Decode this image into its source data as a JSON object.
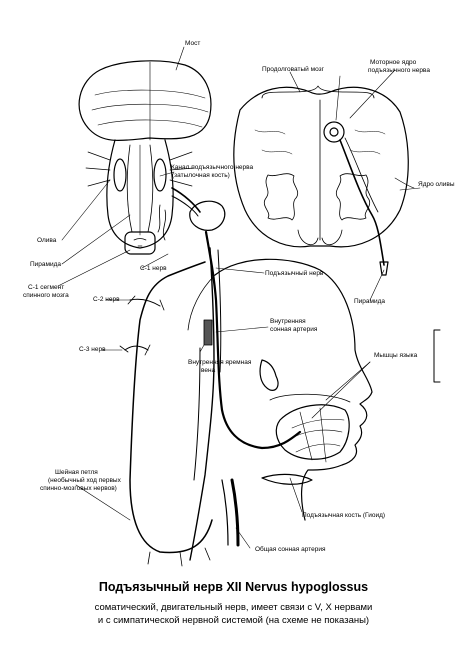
{
  "labels": {
    "most": "Мост",
    "prodolgovaty_mozg": "Продолговатый мозг",
    "motornoe_yadro": "Моторное ядро",
    "motornoe_yadro_2": "подъязычного нерва",
    "kanal_1": "Канал подъязычного нерва",
    "kanal_2": "(затылочная кость)",
    "yadro_olivy": "Ядро оливы",
    "oliva": "Олива",
    "piramida_left": "Пирамида",
    "piramida_right": "Пирамида",
    "c1_nerv": "С-1 нерв",
    "c1_segment_1": "С-1 сегмент",
    "c1_segment_2": "спинного мозга",
    "c2_nerv": "С-2 нерв",
    "c3_nerv": "С-3 нерв",
    "podyazychny_nerv": "Подъязычный нерв",
    "vnutr_sonnaya_1": "Внутренняя",
    "vnutr_sonnaya_2": "сонная артерия",
    "vnutr_vena_1": "Внутренняя яремная",
    "vnutr_vena_2": "вена",
    "myshcy_yazyka": "Мышцы языка",
    "sheynaya_petlya_1": "Шейная петля",
    "sheynaya_petlya_2": "(необычный ход первых",
    "sheynaya_petlya_3": "спинно-мозговых нервов)",
    "podyazychnaya_kost": "Подъязычная кость (Гиоид)",
    "obshchaya_sonnaya": "Общая сонная артерия"
  },
  "caption": {
    "title": "Подъязычный нерв  XII  Nervus hypoglossus",
    "line1": "соматический, двигательный нерв, имеет связи с V, X нервами",
    "line2": "и с симпатической нервной системой (на схеме не показаны)"
  }
}
